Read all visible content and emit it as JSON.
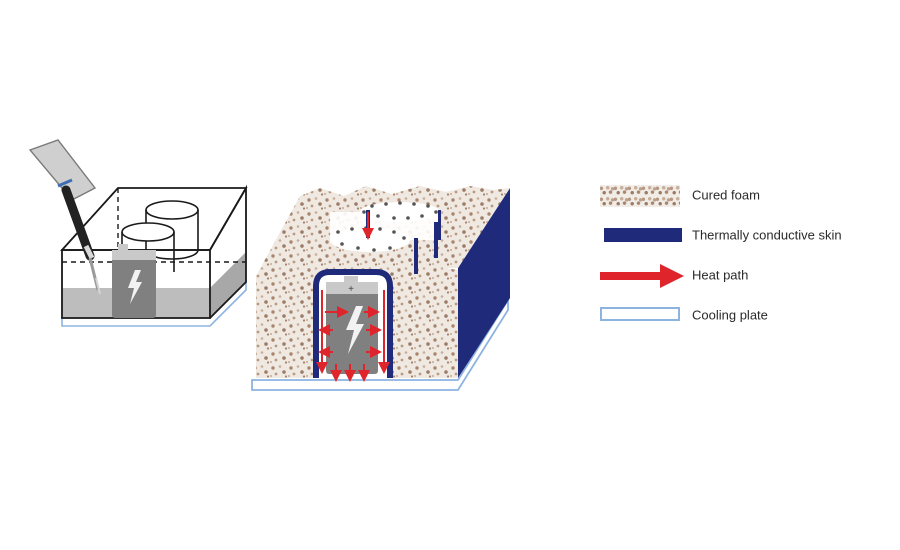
{
  "legend": {
    "items": [
      {
        "key": "cured-foam",
        "label": "Cured foam"
      },
      {
        "key": "thermally-conductive-skin",
        "label": "Thermally conductive skin"
      },
      {
        "key": "heat-path",
        "label": "Heat path"
      },
      {
        "key": "cooling-plate",
        "label": "Cooling plate"
      }
    ]
  },
  "colors": {
    "foam_base": "#efe9e2",
    "foam_speck": "#a9856e",
    "skin": "#1f2a7a",
    "heat": "#e0242b",
    "cooling": "#8db3e0",
    "battery": "#808080",
    "battery_cap": "#c9c9c9",
    "liquid": "#bdbdbd"
  },
  "icons": {
    "battery": "battery-lightning-icon",
    "dispenser": "dispensing-nozzle-icon"
  }
}
